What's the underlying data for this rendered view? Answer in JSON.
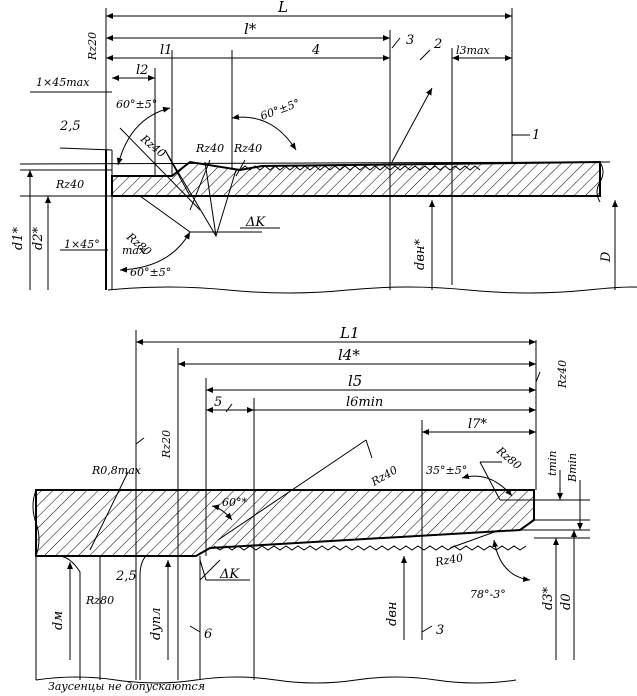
{
  "top_view": {
    "dimensions": {
      "L": "L",
      "l_star": "l*",
      "l1": "l1",
      "l2": "l2",
      "n4": "4",
      "n3": "3",
      "n2": "2",
      "l3max": "l3max",
      "n1": "1"
    },
    "annotations": {
      "rz20": "Rz20",
      "chamfer_top": "1×45max",
      "chamfer_bottom": "1×45°",
      "ang_left": "60°±5°",
      "ang_right": "60°±5°",
      "ang_bottom": "60°±5°",
      "n25": "2,5",
      "rz40_a": "Rz40",
      "rz40_b": "Rz40",
      "rz40_c": "Rz40",
      "rz40_d": "Rz40",
      "rz80": "Rz80",
      "max": "max",
      "dk": "ΔK",
      "d1": "d1*",
      "d2": "d2*",
      "dvn": "dвн*",
      "D": "D"
    }
  },
  "bottom_view": {
    "dimensions": {
      "L1": "L1",
      "l4": "l4*",
      "l5": "l5",
      "l6min": "l6min",
      "n5": "5",
      "l7": "l7*"
    },
    "annotations": {
      "rz40_top": "Rz40",
      "rz20": "Rz20",
      "r08max": "R0,8max",
      "rz40_mid": "Rz40",
      "ang_60": "60°*",
      "ang_35": "35°±5°",
      "rz80_r": "Rz80",
      "tmin": "tmin",
      "bmin": "Bmin",
      "n25": "2,5",
      "rz80_l": "Rz80",
      "dk": "ΔK",
      "rz40_low": "Rz40",
      "ang_78": "78°-3°",
      "dm": "dм",
      "dupl": "dупл",
      "n6": "6",
      "dvn": "dвн",
      "n3": "3",
      "d3": "d3*",
      "d0": "d0",
      "caption": "Заусенцы не допускаются"
    }
  }
}
